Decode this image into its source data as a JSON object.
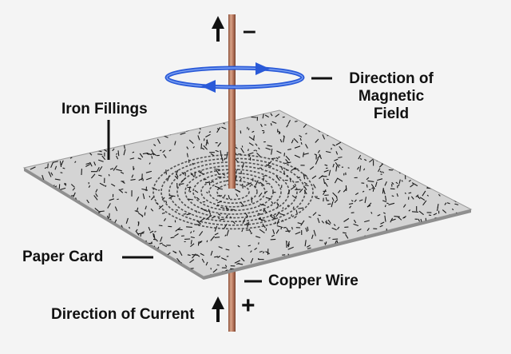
{
  "labels": {
    "direction_of_magnetic_field": [
      "Direction of",
      "Magnetic",
      "Field"
    ],
    "iron_fillings": "Iron Fillings",
    "paper_card": "Paper Card",
    "copper_wire": "Copper Wire",
    "direction_of_current": "Direction of Current"
  },
  "signs": {
    "top": "–",
    "bottom": "+"
  },
  "colors": {
    "background": "#f4f4f4",
    "card": "#d4d4d4",
    "filings": "#1a1a1a",
    "wire": "#b8765a",
    "field_loop": "#2a5ad8",
    "label_text": "#111111"
  },
  "icons": [
    "current-up-arrow-icon",
    "magnetic-field-loop-icon"
  ]
}
